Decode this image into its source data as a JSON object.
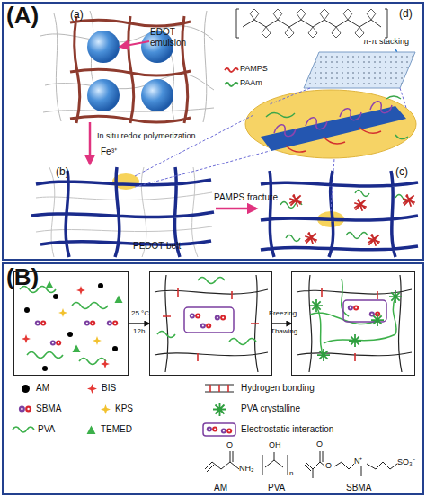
{
  "diagram": {
    "nodes": [
      {
        "text": [
          "(A)"
        ]
      },
      {
        "text": [
          "(a)",
          "EDOT emulsion"
        ],
        "in": 0
      },
      {
        "text": [
          "(d)",
          "π-π stacking"
        ],
        "in": 0
      },
      {
        "text": [
          "(b)",
          "PEDOT belt"
        ],
        "in": 0
      },
      {
        "text": [
          "(c)"
        ],
        "in": 0
      },
      {
        "text": [
          "(B)"
        ]
      },
      {
        "text": [],
        "in": 5
      },
      {
        "text": [],
        "in": 5
      },
      {
        "text": [],
        "in": 5
      }
    ],
    "edges": [
      {
        "from": 1,
        "to": 3,
        "arrow": "to",
        "label": "In situ redox polymerization"
      },
      {
        "from": 3,
        "to": 4,
        "arrow": "to",
        "label": "PAMPS fracture"
      },
      {
        "from": 6,
        "to": 7,
        "arrow": "to",
        "label": "25 °C"
      },
      {
        "from": 7,
        "to": 8,
        "arrow": "to",
        "label": "Freezing"
      }
    ],
    "labels": [
      "Fe³⁺",
      "12h",
      "Thawing",
      "O",
      "NH₂",
      "OH",
      "n",
      "O",
      "O",
      "N⁺",
      "SO₃⁻",
      "AM",
      "PVA",
      "SBMA"
    ],
    "legend": [
      {
        "text": "PAMPS"
      },
      {
        "text": "PAAm"
      },
      {
        "text": "AM",
        "color": "#000000"
      },
      {
        "text": "BIS"
      },
      {
        "text": "SBMA"
      },
      {
        "text": "KPS"
      },
      {
        "text": "PVA"
      },
      {
        "text": "TEMED"
      },
      {
        "text": "Hydrogen bonding"
      },
      {
        "text": "PVA crystalline"
      },
      {
        "text": "Electrostatic interaction"
      }
    ]
  }
}
